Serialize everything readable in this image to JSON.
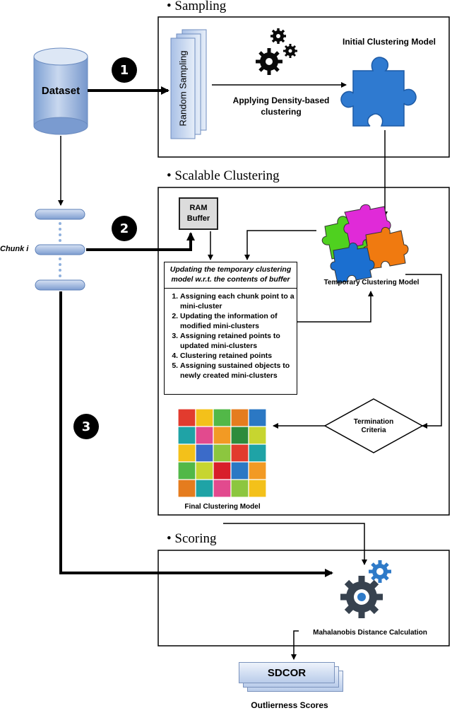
{
  "sections": {
    "sampling": "Sampling",
    "scalable": "Scalable Clustering",
    "scoring": "Scoring",
    "bullet": "•"
  },
  "dataset": {
    "label": "Dataset",
    "chunk_label": "Chunk i"
  },
  "steps": [
    "1",
    "2",
    "3"
  ],
  "sampling": {
    "random_sampling": "Random Sampling",
    "applying_line1": "Applying Density-based",
    "applying_line2": "clustering",
    "initial_model": "Initial Clustering Model"
  },
  "scalable": {
    "ram_line1": "RAM",
    "ram_line2": "Buffer",
    "update_title": "Updating the temporary clustering model w.r.t. the contents of buffer",
    "update_steps": [
      "Assigning each chunk point to a mini-cluster",
      "Updating the information of modified mini-clusters",
      "Assigning retained points to updated mini-clusters",
      "Clustering retained points",
      "Assigning sustained objects to newly created mini-clusters"
    ],
    "temporary_model": "Temporary Clustering Model",
    "termination_line1": "Termination",
    "termination_line2": "Criteria",
    "final_model": "Final Clustering Model"
  },
  "scoring": {
    "mahalanobis": "Mahalanobis Distance Calculation",
    "sdcor": "SDCOR",
    "outlierness": "Outlierness Scores"
  },
  "colors": {
    "cylinder_top": "#d3def0",
    "cylinder_body": "#8fb0dd",
    "puzzle_blue": "#2e75c8",
    "gear_dark": "#333f4f",
    "gear_blue": "#2e75c8",
    "puzzle_green": "#4fd11f",
    "puzzle_magenta": "#e02ad8",
    "puzzle_orange": "#f07a10",
    "puzzle_blue2": "#1b6fd0"
  }
}
